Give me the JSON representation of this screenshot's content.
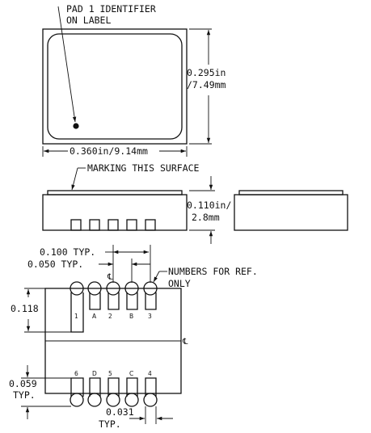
{
  "top_view": {
    "pad1_line1": "PAD 1 IDENTIFIER",
    "pad1_line2": "ON LABEL",
    "height_in": "0.295in",
    "height_mm": "/7.49mm",
    "width_dim": "0.360in/9.14mm"
  },
  "side_view": {
    "marking": "MARKING THIS SURFACE",
    "thickness_in": "0.110in/",
    "thickness_mm": "2.8mm"
  },
  "bottom_view": {
    "pitch_typ": "0.100  TYP.",
    "half_pitch_typ": "0.050  TYP.",
    "numbers_note_1": "NUMBERS FOR REF.",
    "numbers_note_2": "ONLY",
    "row_offset": "0.118",
    "pad_height": "0.059",
    "pad_height_typ": "TYP.",
    "pad_width": "0.031",
    "pad_width_typ": "TYP.",
    "top_pad_labels": [
      "1",
      "A",
      "2",
      "B",
      "3"
    ],
    "bottom_pad_labels": [
      "6",
      "D",
      "5",
      "C",
      "4"
    ]
  }
}
